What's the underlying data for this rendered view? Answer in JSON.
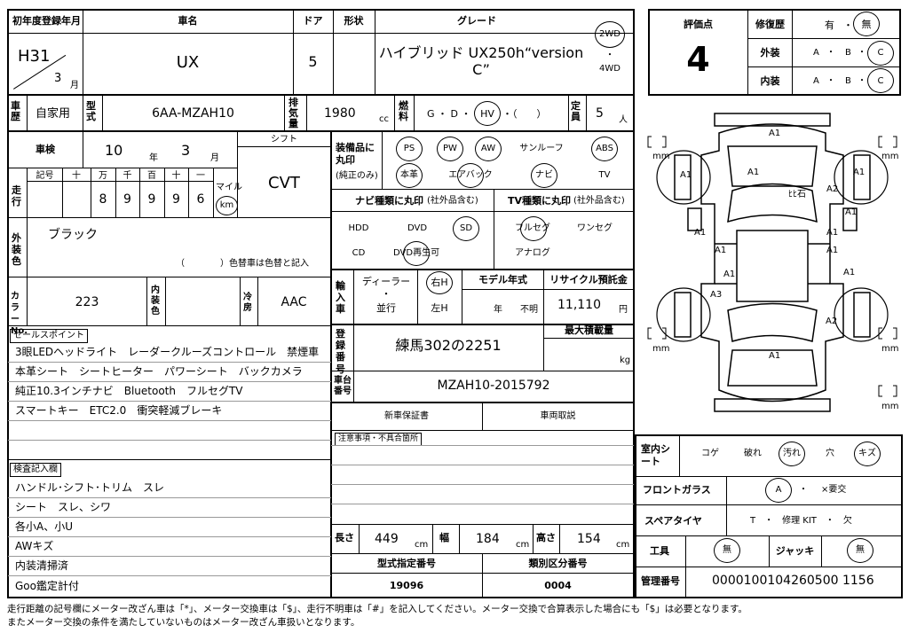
{
  "header": {
    "reg_year_label": "初年度登録年月",
    "reg_year_value": "H31",
    "reg_month_value": "3",
    "month_unit": "月",
    "car_name_label": "車名",
    "car_name_value": "UX",
    "door_label": "ドア",
    "door_value": "5",
    "shape_label": "形状",
    "grade_label": "グレード",
    "grade_value_line1": "ハイブリッド UX250h“version",
    "grade_value_line2": "C”",
    "drive_2wd": "2WD",
    "drive_dot": "・",
    "drive_4wd": "4WD"
  },
  "row2": {
    "history_label": "車歴",
    "history_value": "自家用",
    "model_label": "型式",
    "model_value": "6AA-MZAH10",
    "displacement_label": "排気量",
    "displacement_value": "1980",
    "cc_unit": "cc",
    "fuel_label": "燃料",
    "fuel_options": "G ・ D ・",
    "fuel_selected": "HV",
    "fuel_other": "・（　　）",
    "capacity_label": "定員",
    "capacity_value": "5",
    "capacity_unit": "人"
  },
  "inspection": {
    "shaken_label": "車検",
    "shaken_year": "10",
    "year_unit": "年",
    "shaken_month": "3",
    "month_unit": "月",
    "shift_label": "シフト",
    "shift_value": "CVT",
    "mileage_label": "走行",
    "symbol_label": "記号",
    "digit_headers": [
      "十",
      "万",
      "千",
      "百",
      "十",
      "一"
    ],
    "mileage_digits": [
      "",
      "8",
      "9",
      "9",
      "9",
      "6"
    ],
    "mile_label": "マイル",
    "km_label": "km"
  },
  "color": {
    "exterior_label": "外装色",
    "exterior_value": "ブラック",
    "change_note": "（　　　　）色替車は色替と記入",
    "color_no_label": "カラーNo.",
    "color_no_value": "223",
    "interior_label": "内装色",
    "aircon_label": "冷房",
    "aircon_value": "AAC"
  },
  "sales_points": {
    "label": "セールスポイント",
    "lines": [
      "3眼LEDヘッドライト　レーダークルーズコントロール　禁煙車",
      "本革シート　シートヒーター　パワーシート　バックカメラ",
      "純正10.3インチナビ　Bluetooth　フルセグTV",
      "スマートキー　ETC2.0　衝突軽減ブレーキ"
    ]
  },
  "inspector": {
    "label": "検査記入欄",
    "lines": [
      "ハンドル･シフト･トリム　スレ",
      "シート　スレ、シワ",
      "各小A、小U",
      "AWキズ",
      "内装清掃済",
      "Goo鑑定計付"
    ]
  },
  "equipment": {
    "label": "装備品に丸印",
    "sub_label": "(純正のみ)",
    "items_row1": [
      "PS",
      "PW",
      "AW",
      "サンルーフ",
      "ABS"
    ],
    "items_row2": [
      "本革",
      "エアバック",
      "ナビ",
      "TV"
    ]
  },
  "navi": {
    "label": "ナビ種類に丸印",
    "sub": "(社外品含む)",
    "items_row1": [
      "HDD",
      "DVD",
      "SD"
    ],
    "items_row2": [
      "CD",
      "DVD再生可"
    ]
  },
  "tv": {
    "label": "TV種類に丸印",
    "sub": "(社外品含む)",
    "items_row1": [
      "フルセグ",
      "ワンセグ"
    ],
    "items_row2": [
      "アナログ"
    ]
  },
  "import": {
    "label": "輸入車",
    "dealer": "ディーラー",
    "dot": "・",
    "parallel": "並行",
    "right": "右H",
    "left": "左H",
    "model_year_label": "モデル年式",
    "year_unit": "年",
    "unknown": "不明",
    "recycle_label": "リサイクル預託金",
    "recycle_value": "11,110",
    "yen": "円"
  },
  "registration": {
    "label": "登録番号",
    "value": "練馬302の2251",
    "max_load_label": "最大積載量",
    "kg": "kg",
    "chassis_label": "車台番号",
    "chassis_value": "MZAH10-2015792",
    "warranty": "新車保証書",
    "manual": "車両取説",
    "caution": "注意事項・不具合箇所"
  },
  "dimensions": {
    "length_label": "長さ",
    "length_value": "449",
    "width_label": "幅",
    "width_value": "184",
    "height_label": "高さ",
    "height_value": "154",
    "cm": "cm",
    "type_no_label": "型式指定番号",
    "type_no_value": "19096",
    "class_no_label": "類別区分番号",
    "class_no_value": "0004"
  },
  "evaluation": {
    "score_label": "評価点",
    "score_value": "4",
    "repair_label": "修復歴",
    "repair_yes": "有",
    "repair_dot": "・",
    "repair_no": "無",
    "exterior_label": "外装",
    "interior_label": "内装",
    "grades": [
      "A",
      "・",
      "B",
      "・",
      "C"
    ]
  },
  "interior_seat": {
    "label": "室内シート",
    "items": [
      "コゲ",
      "破れ",
      "汚れ",
      "穴",
      "キズ"
    ]
  },
  "glass": {
    "label": "フロントガラス",
    "selected": "A",
    "dot": "・",
    "other": "×要交"
  },
  "spare": {
    "label": "スペアタイヤ",
    "value": "T　・　修理 KIT　・　欠"
  },
  "tools": {
    "tool_label": "工具",
    "tool_value": "無",
    "jack_label": "ジャッキ",
    "jack_value": "無"
  },
  "management": {
    "label": "管理番号",
    "value": "0000100104260500 1156"
  },
  "diagram": {
    "marks": [
      "A1",
      "A1",
      "A1",
      "A1",
      "ﾋﾋ石",
      "A2",
      "A1",
      "A1",
      "A1",
      "A1",
      "A1",
      "A1",
      "A3",
      "A1",
      "A2",
      "A1"
    ],
    "mm": "mm"
  },
  "footer": {
    "line1": "走行距離の記号欄にメーター改ざん車は「*」、メーター交換車は「$」、走行不明車は「#」を記入してください。メーター交換で合算表示した場合にも「$」は必要となります。",
    "line2": "またメーター交換の条件を満たしていないものはメーター改ざん車扱いとなります。"
  }
}
